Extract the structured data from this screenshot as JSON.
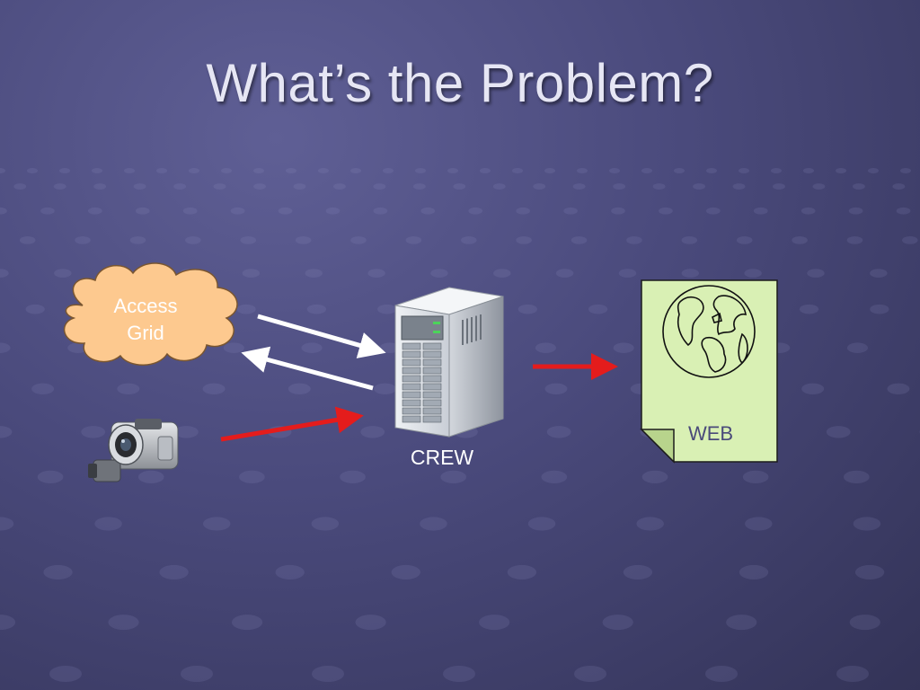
{
  "slide": {
    "title": "What’s the Problem?"
  },
  "nodes": {
    "access_grid": {
      "line1": "Access",
      "line2": "Grid",
      "icon": "cloud-icon"
    },
    "camera": {
      "icon": "camcorder-icon"
    },
    "server": {
      "label": "CREW",
      "icon": "server-tower-icon"
    },
    "web": {
      "label": "WEB",
      "icon": "globe-icon"
    }
  },
  "colors": {
    "background": "#4a4a7c",
    "cloud_fill": "#fdc98f",
    "web_doc_fill": "#d9f0b4",
    "arrow_white": "#ffffff",
    "arrow_red": "#e41c1c"
  }
}
